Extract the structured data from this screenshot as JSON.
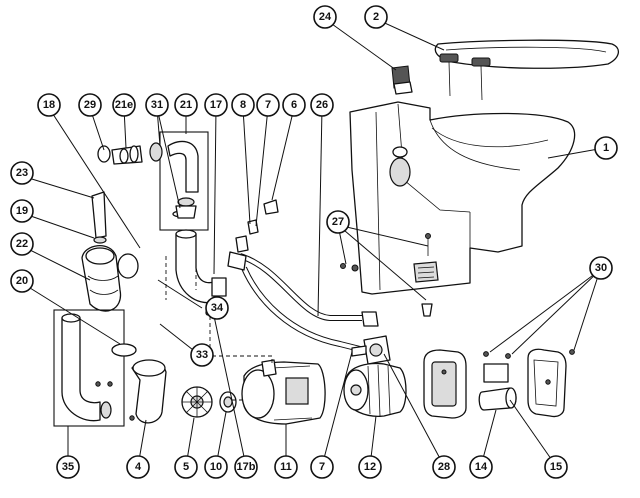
{
  "labels": {
    "l1": "1",
    "l2": "2",
    "l4": "4",
    "l5": "5",
    "l6": "6",
    "l7a": "7",
    "l7b": "7",
    "l8": "8",
    "l10": "10",
    "l11": "11",
    "l12": "12",
    "l14": "14",
    "l15": "15",
    "l17": "17",
    "l17b": "17b",
    "l18": "18",
    "l19": "19",
    "l20": "20",
    "l21": "21",
    "l21e": "21e",
    "l22": "22",
    "l23": "23",
    "l24": "24",
    "l26": "26",
    "l27": "27",
    "l28": "28",
    "l29": "29",
    "l30": "30",
    "l31": "31",
    "l33": "33",
    "l34": "34",
    "l35": "35"
  },
  "colors": {
    "line": "#111111",
    "shade": "#dcdcdc",
    "background": "#ffffff"
  }
}
